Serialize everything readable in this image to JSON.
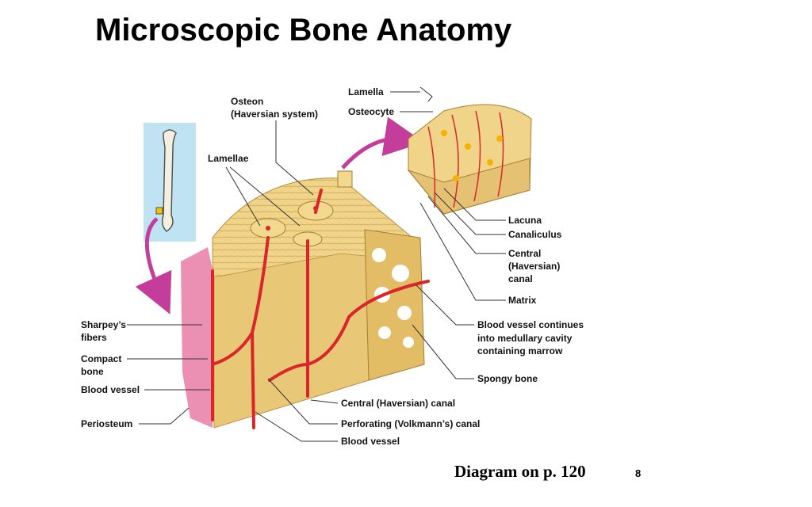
{
  "slide": {
    "title": "Microscopic Bone Anatomy",
    "caption": "Diagram on p. 120",
    "page_number": "8"
  },
  "labels": {
    "lamella": "Lamella",
    "osteocyte": "Osteocyte",
    "osteon_line1": "Osteon",
    "osteon_line2": "(Haversian system)",
    "lamellae": "Lamellae",
    "lacuna": "Lacuna",
    "canaliculus": "Canaliculus",
    "central_canal_line1": "Central",
    "central_canal_line2": "(Haversian)",
    "central_canal_line3": "canal",
    "matrix": "Matrix",
    "blood_vessel_continues_line1": "Blood vessel continues",
    "blood_vessel_continues_line2": "into medullary cavity",
    "blood_vessel_continues_line3": "containing marrow",
    "spongy_bone": "Spongy bone",
    "sharpeys_line1": "Sharpey’s",
    "sharpeys_line2": "fibers",
    "compact_line1": "Compact",
    "compact_line2": "bone",
    "blood_vessel_left": "Blood vessel",
    "periosteum": "Periosteum",
    "central_haversian_canal": "Central (Haversian) canal",
    "perforating_canal": "Perforating (Volkmann’s) canal",
    "blood_vessel_bottom": "Blood vessel"
  },
  "colors": {
    "bone": "#f0d48a",
    "bone_dark": "#d9b560",
    "vessel": "#d8262a",
    "periosteum": "#e97ca6",
    "arrow": "#c43d9a",
    "inset_bg": "#bfe3f3"
  }
}
